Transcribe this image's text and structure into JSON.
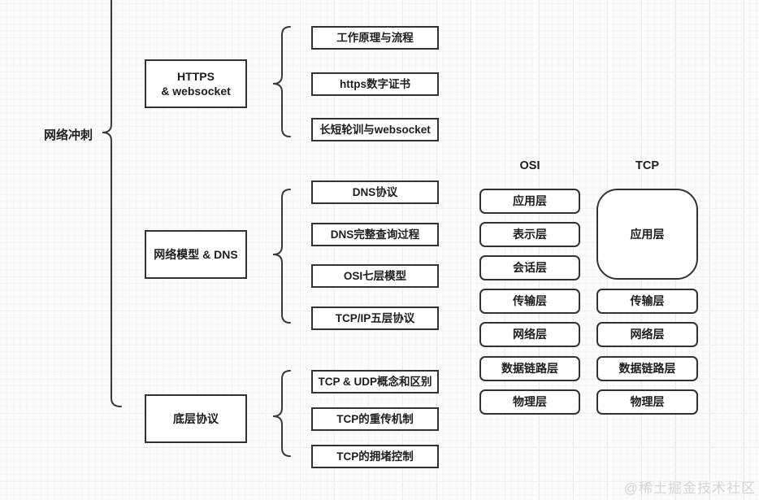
{
  "mindmap": {
    "root_label": "网络冲刺",
    "branches": [
      {
        "label": "HTTPS",
        "label2": "& websocket",
        "children": [
          "工作原理与流程",
          "https数字证书",
          "长短轮训与websocket"
        ]
      },
      {
        "label": "网络模型 & DNS",
        "children": [
          "DNS协议",
          "DNS完整查询过程",
          "OSI七层模型",
          "TCP/IP五层协议"
        ]
      },
      {
        "label": "底层协议",
        "children": [
          "TCP & UDP概念和区别",
          "TCP的重传机制",
          "TCP的拥堵控制"
        ]
      }
    ]
  },
  "layers_comparison": {
    "osi": {
      "header": "OSI",
      "layers": [
        "应用层",
        "表示层",
        "会话层",
        "传输层",
        "网络层",
        "数据链路层",
        "物理层"
      ]
    },
    "tcp": {
      "header": "TCP",
      "merged_top_layer": "应用层",
      "layers": [
        "传输层",
        "网络层",
        "数据链路层",
        "物理层"
      ]
    }
  },
  "watermark": "@稀土掘金技术社区",
  "colors": {
    "box_border": "#323232",
    "text": "#1d1d1d",
    "stroke": "#3a3a3a",
    "grid_major": "#e9e7e7",
    "grid_minor": "#f6f5f5",
    "bg": "#fcfcfc",
    "watermark": "#d6d4d4"
  }
}
